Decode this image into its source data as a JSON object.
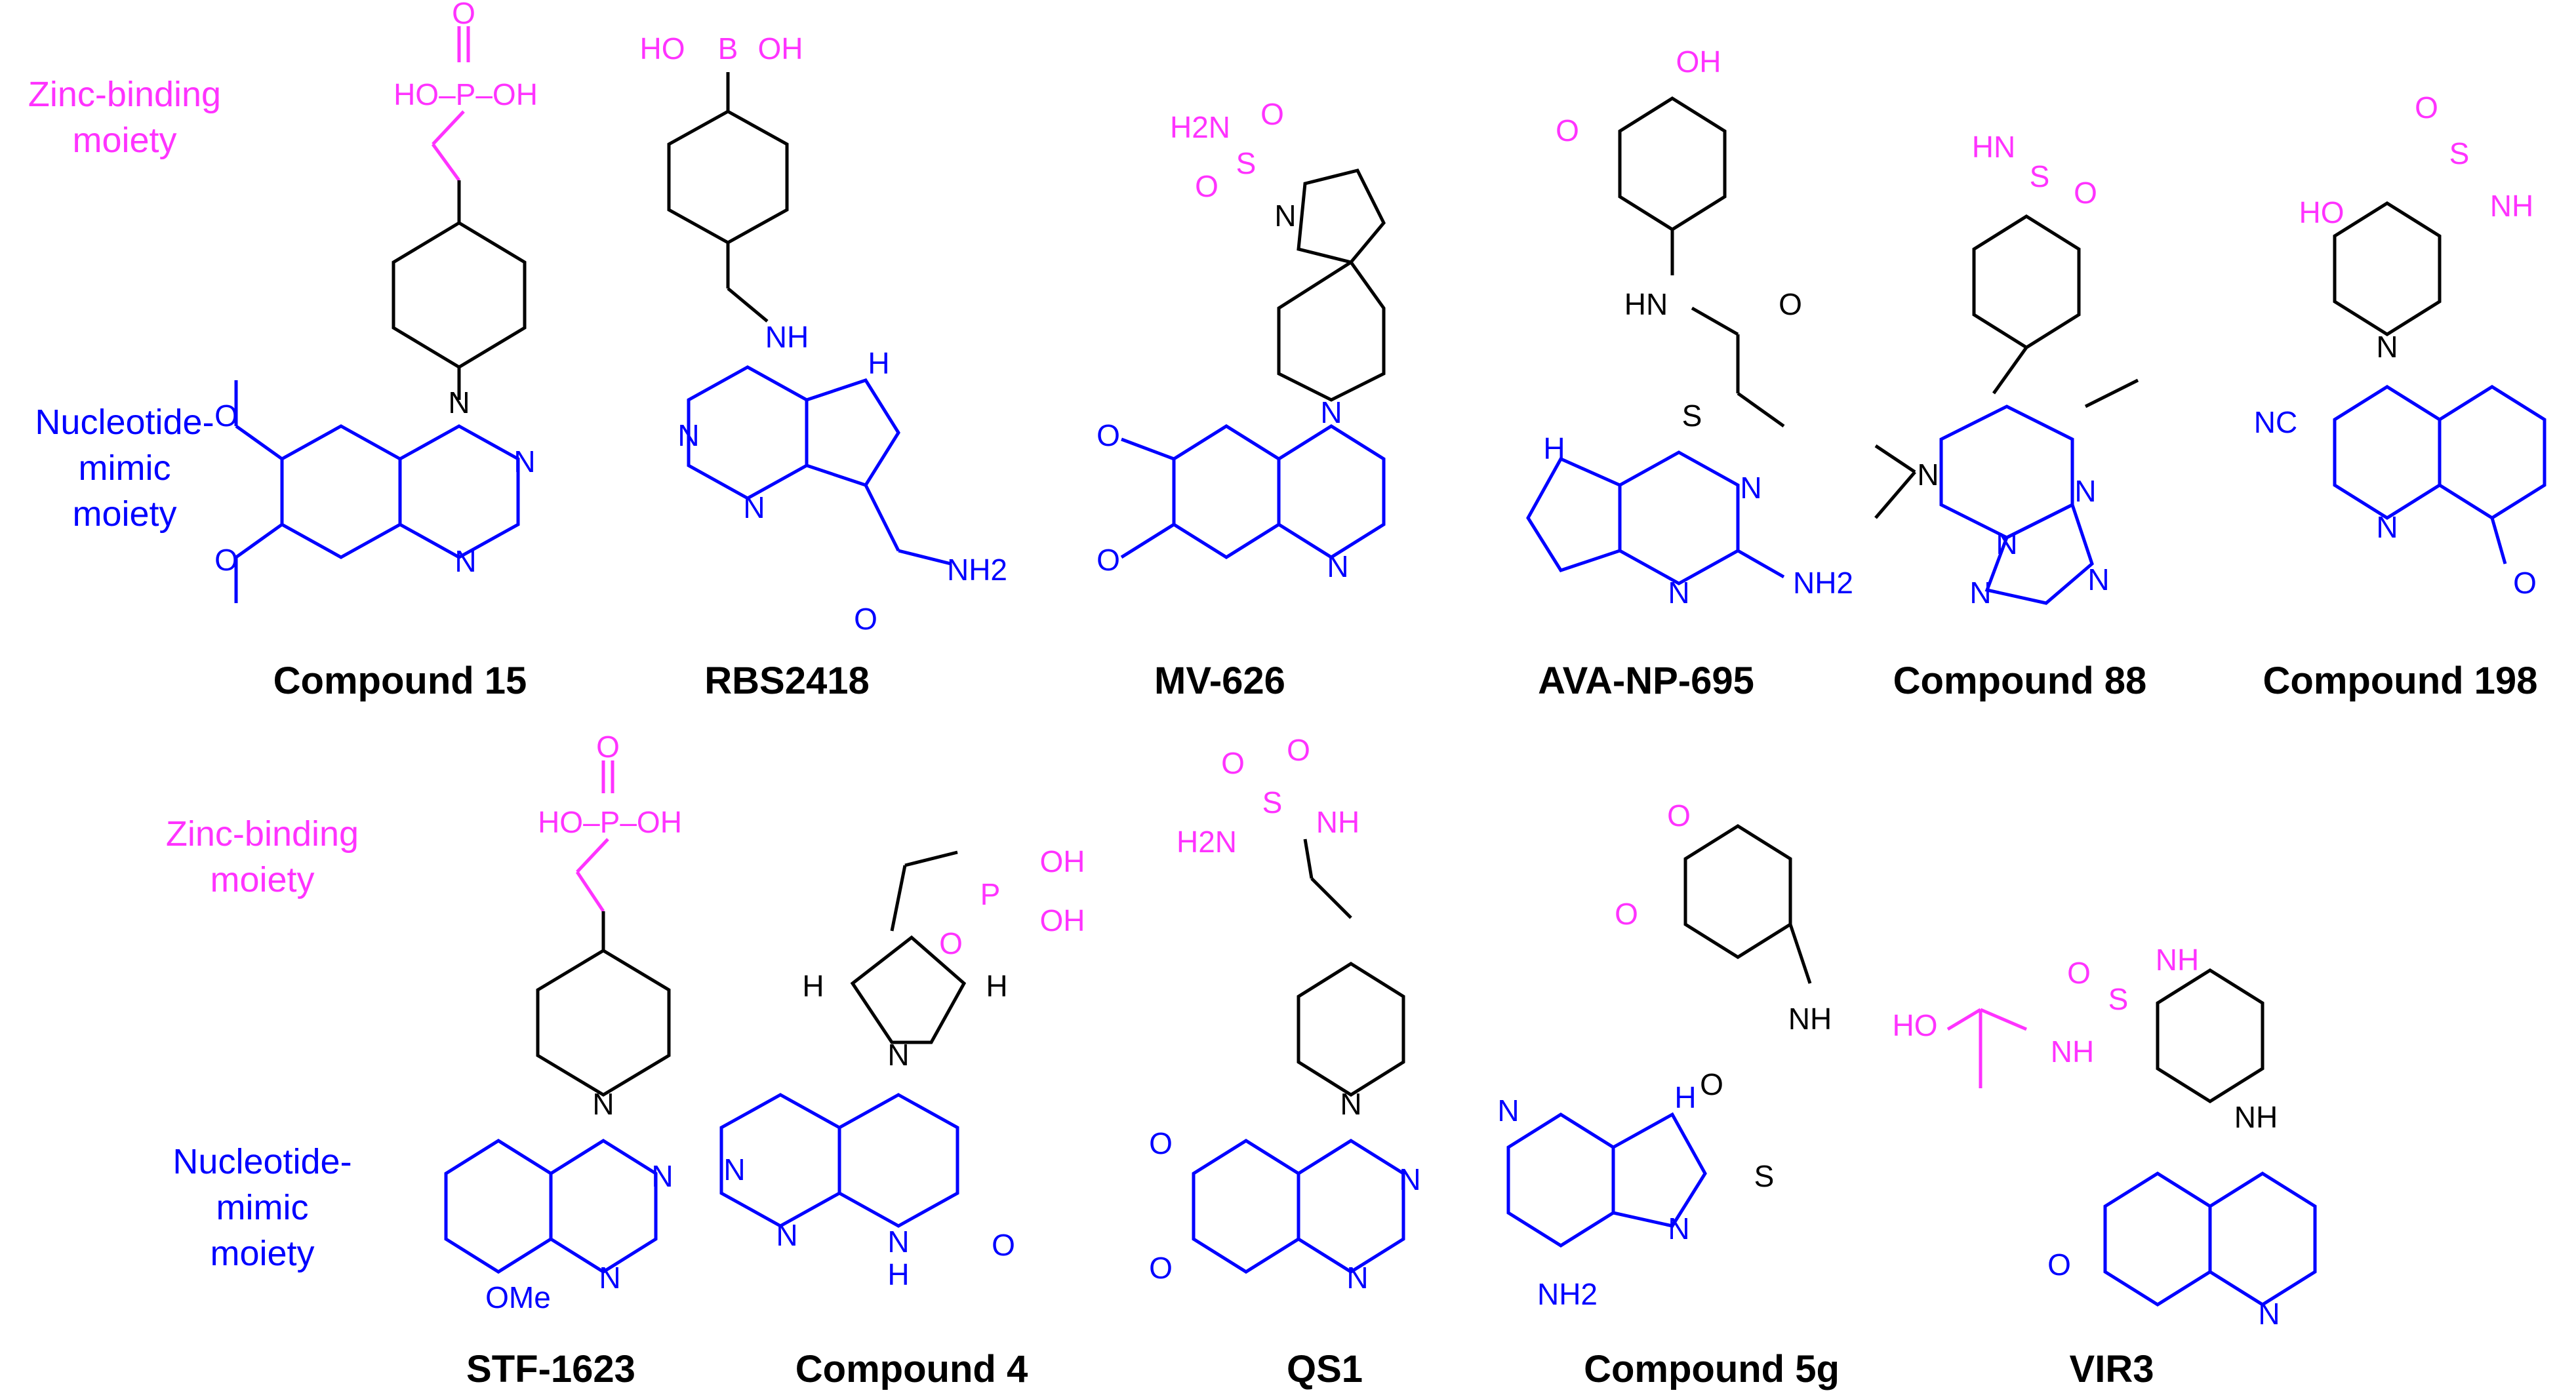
{
  "colors": {
    "zinc_binding": "#ff33ff",
    "nucleotide_mimic": "#0000ff",
    "scaffold": "#000000"
  },
  "row1": {
    "zinc_label": [
      "Zinc-binding",
      "moiety"
    ],
    "nucleotide_label": [
      "Nucleotide-",
      "mimic",
      "moiety"
    ],
    "compounds": [
      {
        "name": "Compound 15"
      },
      {
        "name": "RBS2418"
      },
      {
        "name": "MV-626"
      },
      {
        "name": "AVA-NP-695"
      },
      {
        "name": "Compound 88"
      },
      {
        "name": "Compound 198"
      }
    ]
  },
  "row2": {
    "zinc_label": [
      "Zinc-binding",
      "moiety"
    ],
    "nucleotide_label": [
      "Nucleotide-",
      "mimic",
      "moiety"
    ],
    "compounds": [
      {
        "name": "STF-1623"
      },
      {
        "name": "Compound 4"
      },
      {
        "name": "QS1"
      },
      {
        "name": "Compound 5g"
      },
      {
        "name": "VIR3"
      }
    ]
  },
  "atoms": {
    "ho_p_oh": "HO–P–OH",
    "o": "O",
    "n": "N",
    "nh": "NH",
    "hn": "HN",
    "h": "H",
    "oh": "OH",
    "ho": "HO",
    "b": "B",
    "s": "S",
    "nh2": "NH2",
    "h2n": "H2N",
    "cn": "NC",
    "ome": "OMe",
    "p": "P"
  }
}
